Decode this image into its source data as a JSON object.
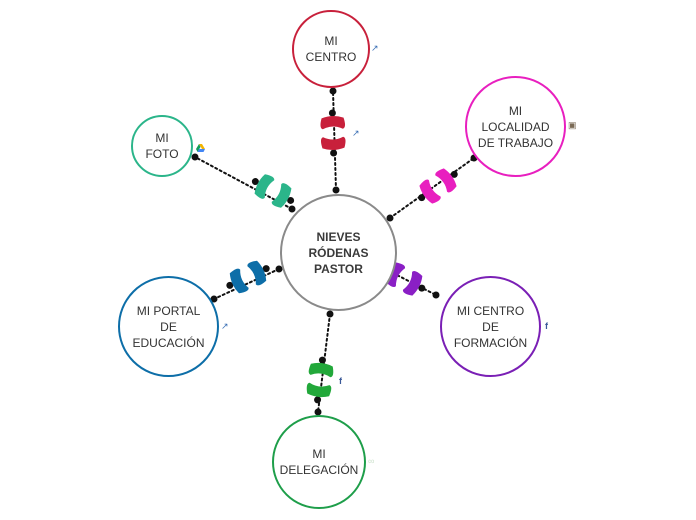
{
  "center": {
    "label": "NIEVES\nRÓDENAS\nPASTOR"
  },
  "nodes": [
    {
      "id": "mi-centro",
      "label": "MI CENTRO",
      "color": "#c8203b",
      "icon": "external-link-icon"
    },
    {
      "id": "mi-localidad",
      "label": "MI\nLOCALIDAD\nDE TRABAJO",
      "color": "#e81fbf",
      "icon": "image-icon"
    },
    {
      "id": "mi-centro-formacion",
      "label": "MI CENTRO\nDE\nFORMACIÓN",
      "color": "#7a1fb5",
      "icon": "facebook-icon"
    },
    {
      "id": "mi-delegacion",
      "label": "MI\nDELEGACIÓN",
      "color": "#1e9e4a",
      "icon": "link-icon"
    },
    {
      "id": "mi-portal",
      "label": "MI PORTAL\nDE\nEDUCACIÓN",
      "color": "#0d6ea8",
      "icon": "external-link-icon"
    },
    {
      "id": "mi-foto",
      "label": "MI FOTO",
      "color": "#2bb58a",
      "icon": "google-drive-icon"
    }
  ],
  "connectors": [
    {
      "node": "mi-centro",
      "color": "#c8203b",
      "icon": "external-link-icon"
    },
    {
      "node": "mi-localidad",
      "color": "#e81fbf"
    },
    {
      "node": "mi-centro-formacion",
      "color": "#8a1fc5"
    },
    {
      "node": "mi-delegacion",
      "color": "#22a83a",
      "icon": "facebook-icon"
    },
    {
      "node": "mi-portal",
      "color": "#0d6ea8"
    },
    {
      "node": "mi-foto",
      "color": "#2bb58a"
    }
  ]
}
